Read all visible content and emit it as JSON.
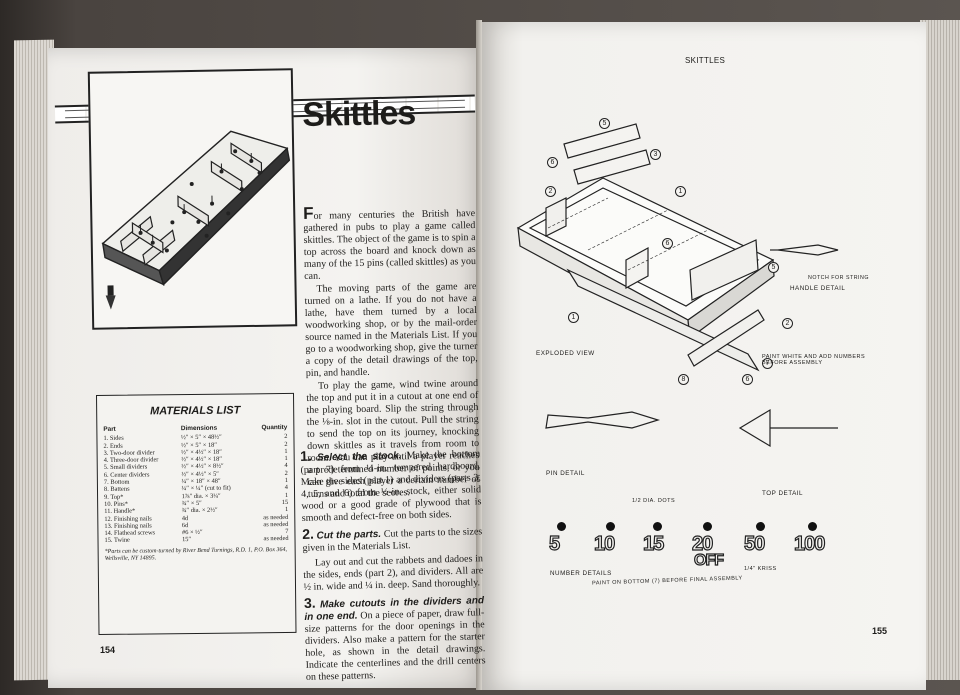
{
  "left_page": {
    "title": "Skittles",
    "intro_dropcap": "F",
    "intro_p1": "or many centuries the British have gathered in pubs to play a game called skittles. The object of the game is to spin a top across the board and knock down as many of the 15 pins (called skittles) as you can.",
    "intro_p2": "The moving parts of the game are turned on a lathe. If you do not have a lathe, have them turned by a local woodworking shop, or by the mail-order source named in the Materials List. If you go to a woodworking shop, give the turner a copy of the detail drawings of the top, pin, and handle.",
    "intro_p3": "To play the game, wind twine around the top and put it in a cutout at one end of the playing board. Slip the string through the ⅛-in. slot in the cutout. Pull the string to send the top on its journey, knocking down skittles as it travels from room to room. You can play until a player reaches a predetermined number of points, or you can give each player a certain number of turns and total the scores.",
    "steps": [
      {
        "num": "1.",
        "head": "Select the stock.",
        "text": "Make the bottom (part 7) from ¼-in. tempered hardboard. Make the sides (part 1) and dividers (parts 3, 4, 5, and 6) from ½-in. stock, either solid wood or a good grade of plywood that is smooth and defect-free on both sides.",
        "extra": ""
      },
      {
        "num": "2.",
        "head": "Cut the parts.",
        "text": "Cut the parts to the sizes given in the Materials List.",
        "extra": "Lay out and cut the rabbets and dadoes in the sides, ends (part 2), and dividers. All are ½ in. wide and ¼ in. deep. Sand thoroughly."
      },
      {
        "num": "3.",
        "head": "Make cutouts in the dividers and in one end.",
        "text": "On a piece of paper, draw full-size patterns for the door openings in the dividers. Also make a pattern for the starter hole, as shown in the detail drawings. Indicate the centerlines and the drill centers on these patterns.",
        "extra": ""
      }
    ],
    "materials": {
      "title": "MATERIALS LIST",
      "headers": [
        "Part",
        "Dimensions",
        "Quantity"
      ],
      "rows": [
        [
          "1. Sides",
          "½″ × 5″ × 48½″",
          "2"
        ],
        [
          "2. Ends",
          "½″ × 5″ × 18″",
          "2"
        ],
        [
          "3. Two-door divider",
          "½″ × 4½″ × 18″",
          "1"
        ],
        [
          "4. Three-door divider",
          "½″ × 4½″ × 18″",
          "1"
        ],
        [
          "5. Small dividers",
          "½″ × 4½″ × 8½″",
          "4"
        ],
        [
          "6. Center dividers",
          "½″ × 4½″ × 5″",
          "2"
        ],
        [
          "7. Bottom",
          "¼″ × 18″ × 48″",
          "1"
        ],
        [
          "8. Battens",
          "¼″ × ¼″ (cut to fit)",
          "4"
        ],
        [
          "9. Top*",
          "1⅞″ dia. × 3¼″",
          "1"
        ],
        [
          "10. Pins*",
          "¾″ × 5″",
          "15"
        ],
        [
          "11. Handle*",
          "¾″ dia. × 2½″",
          "1"
        ],
        [
          "12. Finishing nails",
          "4d",
          "as needed"
        ],
        [
          "13. Finishing nails",
          "6d",
          "as needed"
        ],
        [
          "14. Flathead screws",
          "#6 × ½″",
          "7"
        ],
        [
          "15. Twine",
          "15″",
          "as needed"
        ]
      ],
      "note": "*Parts can be custom-turned by River Bend Turnings, R.D. 1, P.O. Box 364, Wellsville, NY 14895."
    },
    "page_number": "154"
  },
  "right_page": {
    "header": "SKITTLES",
    "labels": {
      "exploded_view": "EXPLODED VIEW",
      "handle_detail": "HANDLE DETAIL",
      "pin_detail": "PIN DETAIL",
      "top_detail": "TOP DETAIL",
      "number_details": "NUMBER DETAILS",
      "paint_note": "PAINT WHITE AND ADD NUMBERS BEFORE ASSEMBLY",
      "notch_note": "NOTCH FOR STRING",
      "dots_note": "1/2 DIA. DOTS",
      "kriss_note": "1/4\" KRISS",
      "paint_bottom": "PAINT ON BOTTOM (7) BEFORE FINAL ASSEMBLY"
    },
    "numbers": [
      "5",
      "10",
      "15",
      "20",
      "50",
      "100"
    ],
    "off_label": "OFF",
    "page_number": "155"
  }
}
